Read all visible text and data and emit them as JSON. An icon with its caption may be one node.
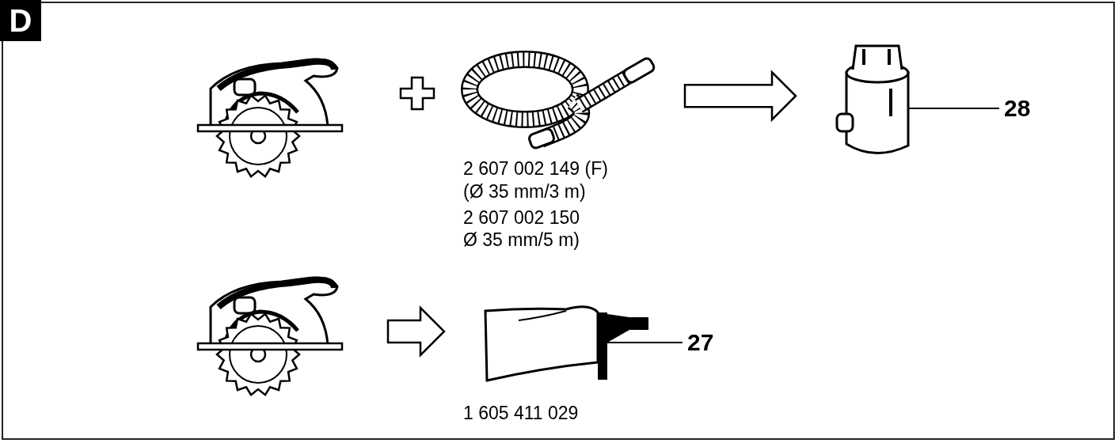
{
  "diagram": {
    "nodes": [
      {
        "text": [
          "D"
        ]
      },
      {
        "text": [],
        "shape": "picture"
      },
      {
        "text": [],
        "shape": "picture"
      },
      {
        "text": [],
        "shape": "picture"
      },
      {
        "text": [
          "28"
        ]
      },
      {
        "text": [],
        "shape": "picture"
      },
      {
        "text": [],
        "shape": "picture"
      },
      {
        "text": [
          "27"
        ]
      }
    ],
    "edges": [
      {
        "from": 2,
        "to": 3,
        "arrow": "to"
      },
      {
        "from": 4,
        "to": 3,
        "arrow": "none"
      },
      {
        "from": 5,
        "to": 6,
        "arrow": "to"
      },
      {
        "from": 7,
        "to": 6,
        "arrow": "none"
      }
    ],
    "labels": [
      "2 607 002 149 (F)",
      "(Ø 35 mm/3 m)",
      "2 607 002 150",
      "Ø 35 mm/5 m)",
      "1 605 411 029"
    ]
  }
}
